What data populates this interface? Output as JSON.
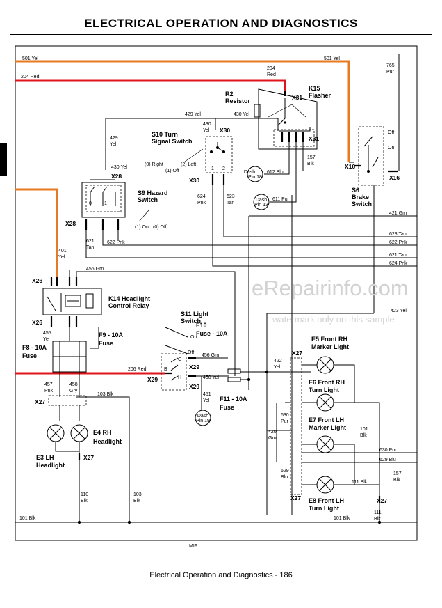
{
  "page": {
    "title": "ELECTRICAL   OPERATION AND DIAGNOSTICS",
    "footer": "Electrical   Operation and Diagnostics - 186",
    "footnote": "MIF",
    "watermark": "eRepairinfo.com",
    "watermark_note": "watermark only on this sample"
  },
  "colors": {
    "red_wire": "#e0151b",
    "orange_wire": "#e57a22",
    "ink": "#000000"
  },
  "wires": {
    "w501": "501 Yel",
    "w501r": "501 Yel",
    "w204": "204 Red",
    "w204r": "204",
    "w204r2": "Red",
    "w765": "765",
    "w765b": "Pur",
    "w429a": "429 Yel",
    "w430a": "430",
    "w430b": "Yel",
    "w429b": "429",
    "w429c": "Yel",
    "w430c": "430 Yel",
    "w612": "612 Blu",
    "w157": "157",
    "w157b": "Blk",
    "w611": "611 Pur",
    "w624": "624",
    "w624b": "Pnk",
    "w623": "623",
    "w623b": "Tan",
    "w621": "621",
    "w621b": "Tan",
    "w622": "622 Pnk",
    "w421": "421 Grn",
    "w623r": "623 Tan",
    "w622r": "622 Pnk",
    "w621r": "621 Tan",
    "w624r": "624 Pnk",
    "w401": "401",
    "w401b": "Yel",
    "w456a": "456 Grn",
    "w423": "423 Yel",
    "w455": "455",
    "w455b": "Yel",
    "w456b": "456 Grn",
    "w206": "206 Red",
    "w450": "450 Yel",
    "w422": "422",
    "w422b": "Yel",
    "w457": "457",
    "w457b": "Pnk",
    "w458": "458",
    "w458b": "Gry",
    "w103a": "103 Blk",
    "w451": "451",
    "w451b": "Yel",
    "w630": "630",
    "w630b": "Pur",
    "w420": "420",
    "w420b": "Grn",
    "w101a": "101",
    "w101b": "Blk",
    "w630r": "630 Pur",
    "w629r": "629 Blu",
    "w629": "629",
    "w629b": "Blu",
    "w111a": "111 Blk",
    "w111": "111",
    "w111b": "Blk",
    "w157r": "157",
    "w157rb": "Blk",
    "w110": "110",
    "w110b": "Blk",
    "w103b": "103",
    "w103c": "Blk",
    "w101c": "101 Blk",
    "w101d": "101 Blk"
  },
  "connectors": {
    "x31a": "X31",
    "x31b": "X31",
    "x30a": "X30",
    "x30b": "X30",
    "x28a": "X28",
    "x28b": "X28",
    "x16a": "X16",
    "x16b": "X16",
    "x26a": "X26",
    "x26b": "X26",
    "x27a": "X27",
    "x27b": "X27",
    "x27c": "X27",
    "x27d": "X27",
    "x27e": "X27",
    "x29a": "X29",
    "x29b": "X29",
    "x29c": "X29"
  },
  "components": {
    "k15": "K15",
    "k15b": "Flasher",
    "r2": "R2",
    "r2b": "Resistor",
    "s10": "S10 Turn",
    "s10b": "Signal Switch",
    "s10right": "(0) Right",
    "s10left": "(2) Left",
    "s10off": "(1) Off",
    "s9": "S9 Hazard",
    "s9b": "Switch",
    "s9on": "(1) On",
    "s9off": "(0) Off",
    "s6": "S6",
    "s6b": "Brake",
    "s6c": "Switch",
    "s6off": "Off",
    "s6on": "On",
    "k14": "K14 Headlight",
    "k14b": "Control Relay",
    "s11": "S11 Light",
    "s11b": "Switch",
    "s11on": "On",
    "s11off": "Off",
    "f10": "F10",
    "f10b": "Fuse - 10A",
    "f9": "F9 - 10A",
    "f9b": "Fuse",
    "f8": "F8 - 10A",
    "f8b": "Fuse",
    "f11": "F11 - 10A",
    "f11b": "Fuse",
    "e5": "E5 Front RH",
    "e5b": "Marker Light",
    "e6": "E6 Front RH",
    "e6b": "Turn Light",
    "e7": "E7 Front LH",
    "e7b": "Marker Light",
    "e8": "E8 Front LH",
    "e8b": "Turn Light",
    "e4": "E4 RH",
    "e4b": "Headlight",
    "e3": "E3 LH",
    "e3b": "Headlight"
  },
  "dash": {
    "p18a": "Dash",
    "p18b": "Pin 18",
    "p13a": "Dash",
    "p13b": "Pin 13",
    "p19a": "Dash",
    "p19b": "Pin 19"
  },
  "pins": {
    "p0": "0",
    "p1": "1",
    "p2": "2",
    "h0": "0",
    "h1": "1",
    "c": "C",
    "b": "B",
    "h": "H"
  }
}
